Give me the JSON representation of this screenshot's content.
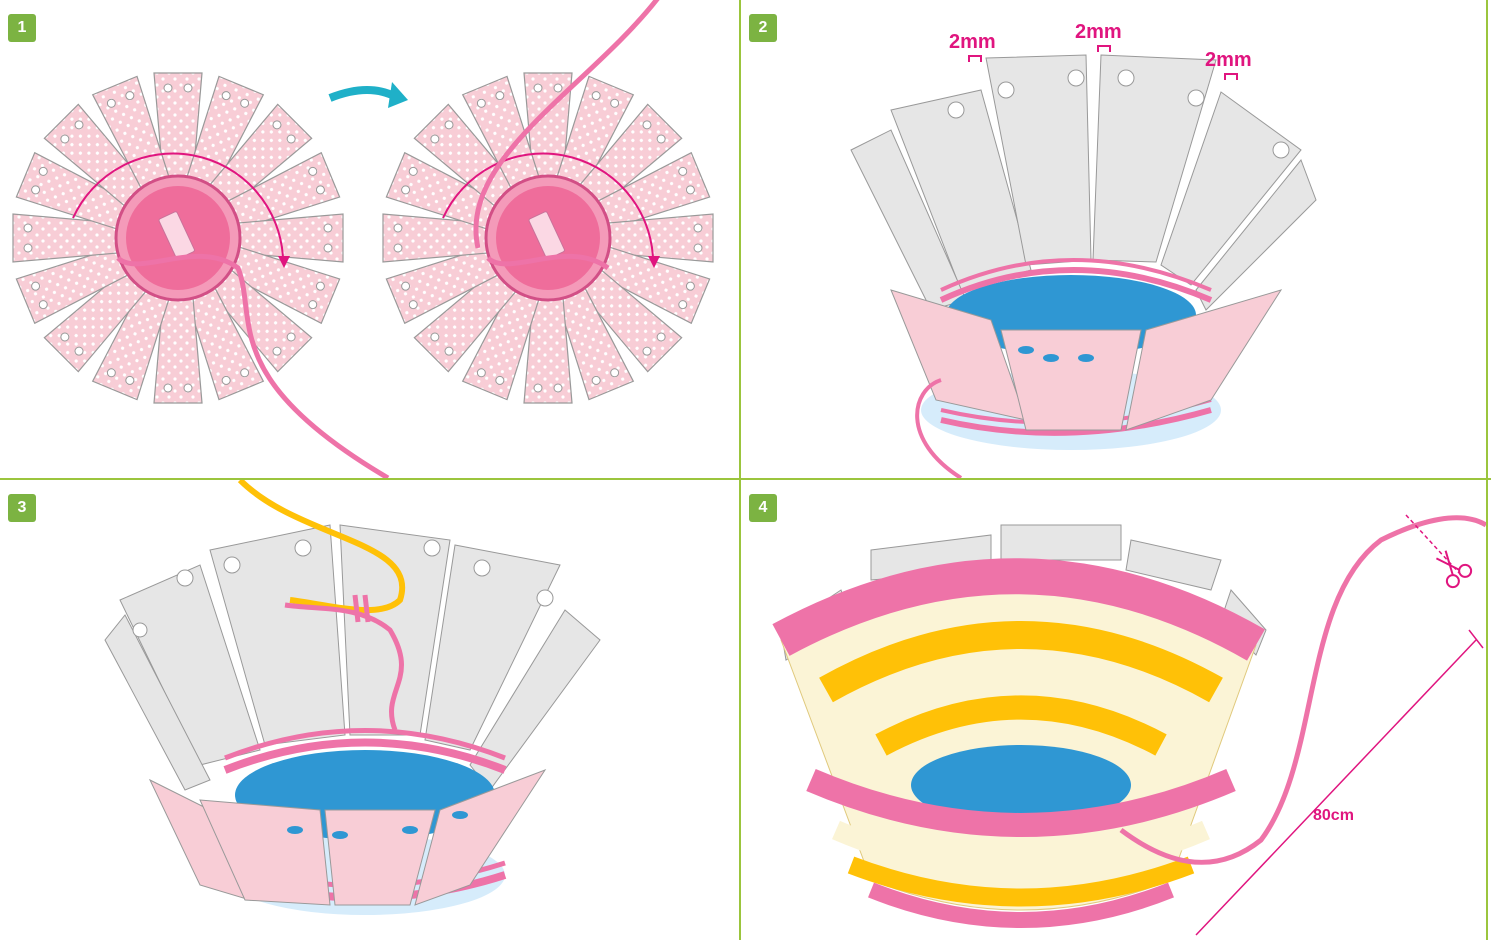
{
  "steps": [
    {
      "number": "1"
    },
    {
      "number": "2",
      "gap_labels": [
        "2mm",
        "2mm",
        "2mm"
      ]
    },
    {
      "number": "3"
    },
    {
      "number": "4",
      "length_label": "80cm"
    }
  ],
  "colors": {
    "divider": "#9bc53d",
    "badge": "#7cb342",
    "spoke_pink": "#f8cdd6",
    "spoke_gray": "#e6e6e6",
    "base_blue": "#2f97d3",
    "cord_pink": "#ee73a8",
    "cord_yellow": "#ffc107",
    "cord_cream": "#fbf4d6",
    "arrow_teal": "#1fb0c8",
    "label_magenta": "#e0157f"
  },
  "icons": [
    "curved-arrow-icon",
    "scissors-icon"
  ]
}
